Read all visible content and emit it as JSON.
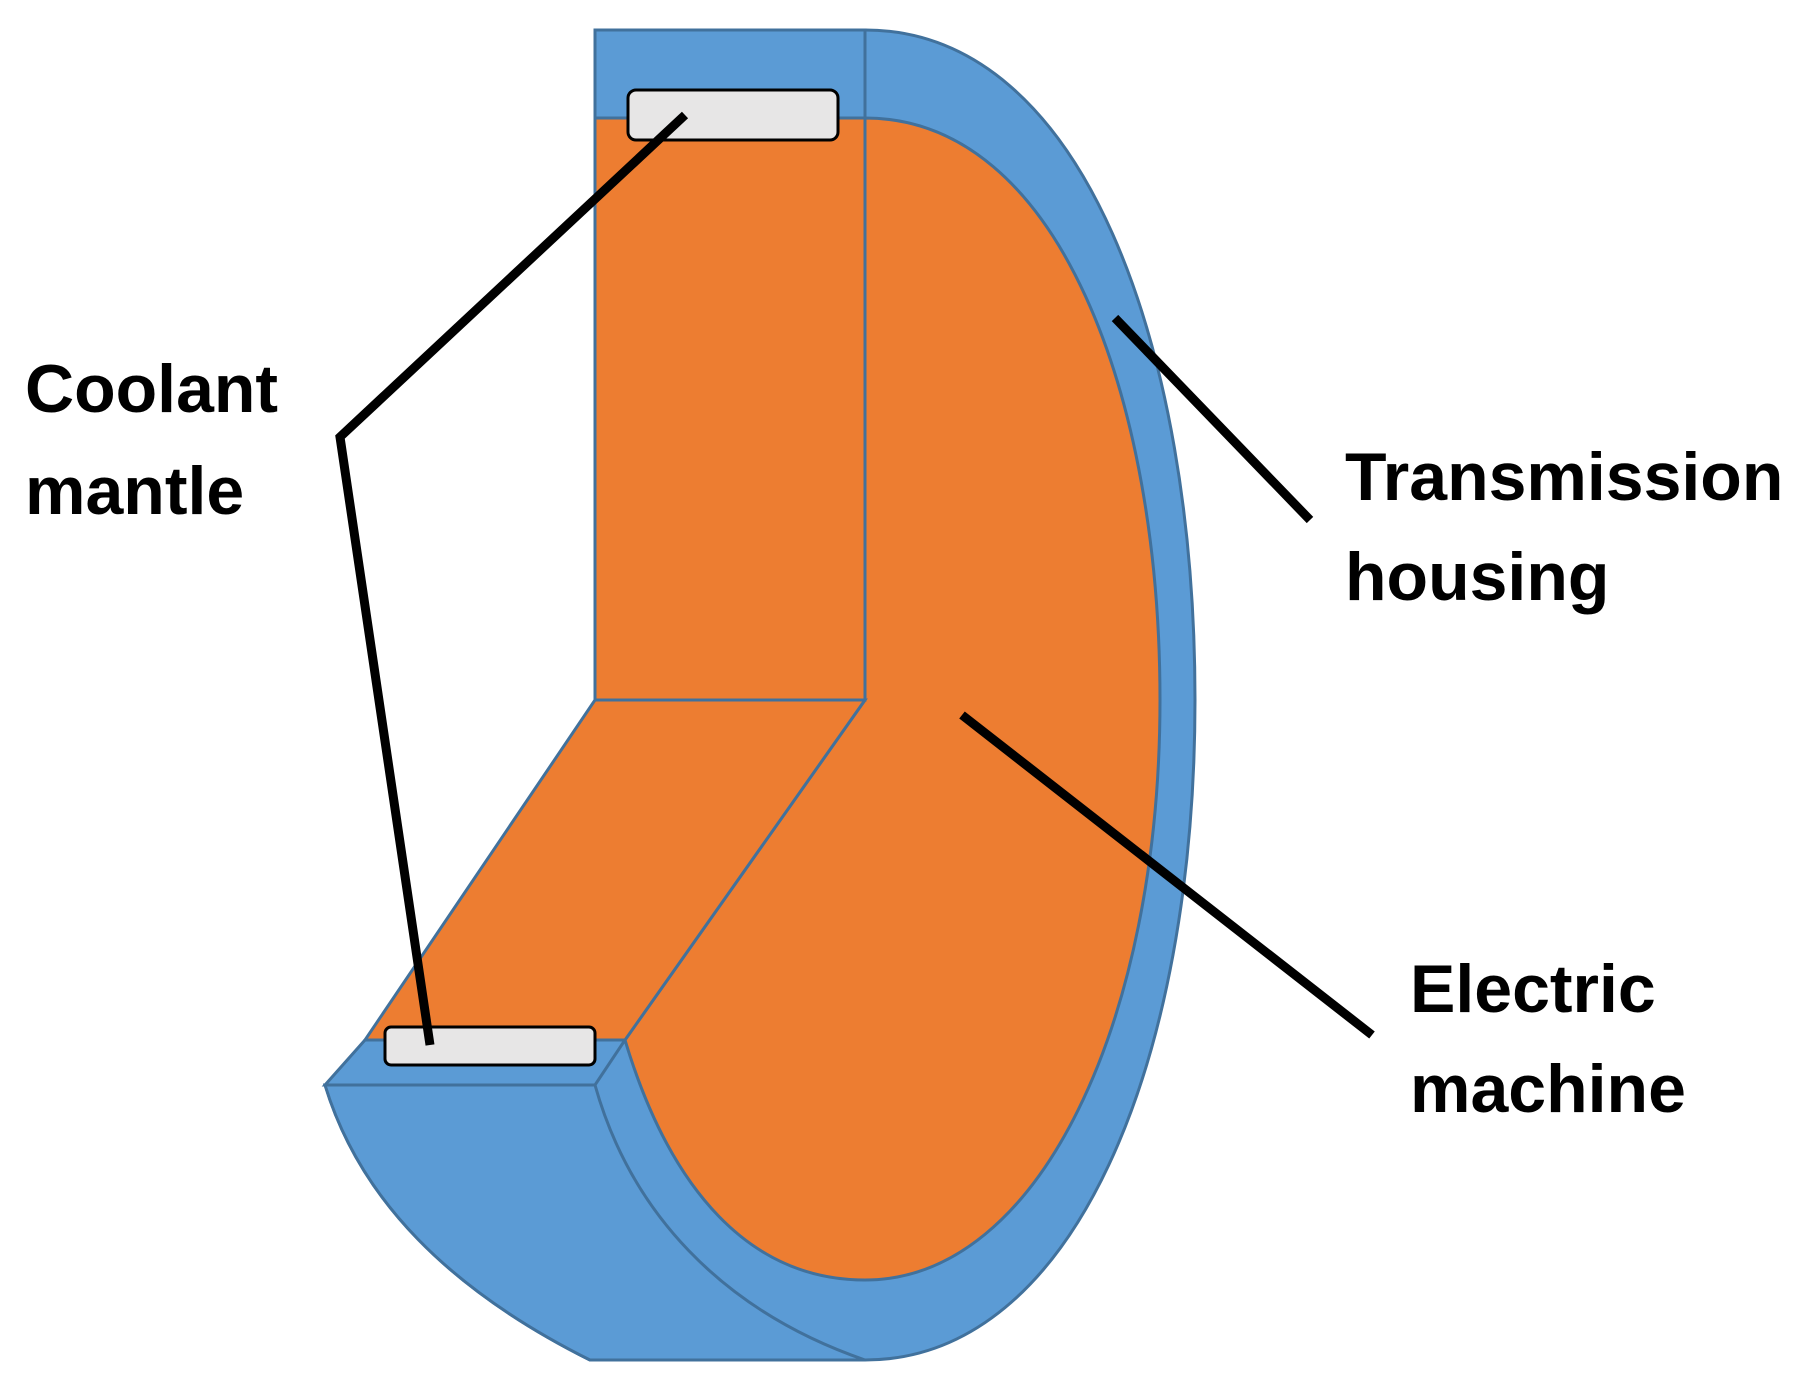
{
  "labels": {
    "coolant_mantle": [
      "Coolant",
      "mantle"
    ],
    "transmission_housing": [
      "Transmission",
      "housing"
    ],
    "electric_machine": [
      "Electric",
      "machine"
    ]
  },
  "colors": {
    "housing_blue": "#5B9BD5",
    "housing_outline": "#41719C",
    "machine_orange": "#ED7D31",
    "coolant_fill": "#E7E6E6",
    "leader_line": "#000000"
  }
}
